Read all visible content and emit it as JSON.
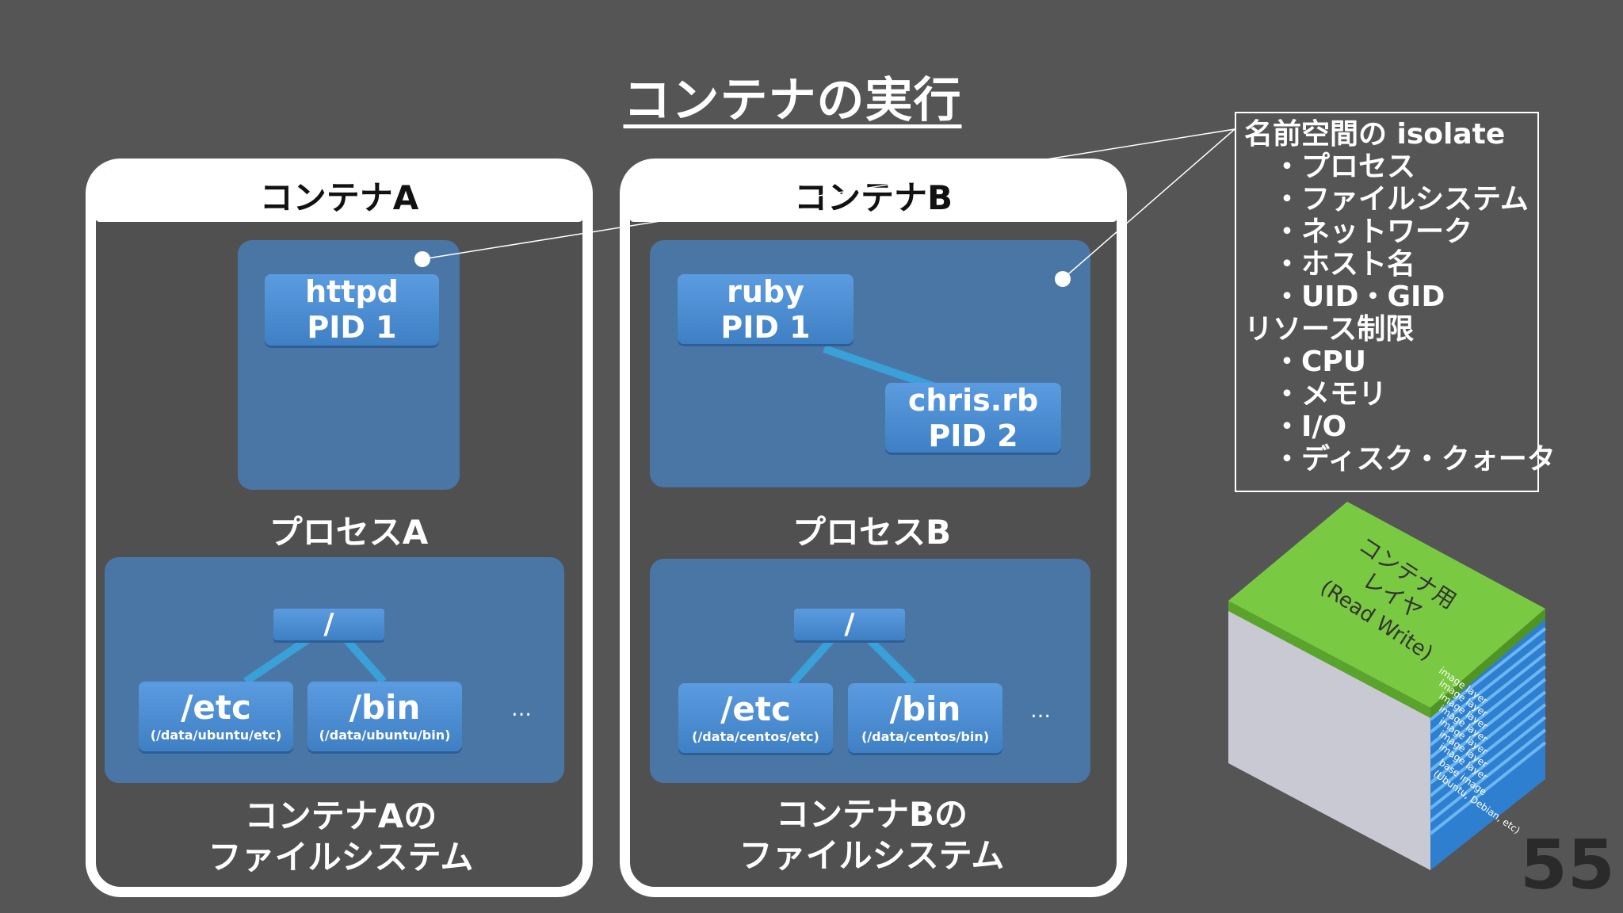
{
  "title": "コンテナの実行",
  "colors": {
    "background": "#555555",
    "panel": "#4a79ad",
    "box": "#4a8ad0",
    "connector": "#3aa0d8",
    "frame": "#ffffff",
    "layer_top": "#7ac943",
    "layer_blue": "#3a8fd8"
  },
  "containers": [
    {
      "header": "コンテナA",
      "processes": [
        {
          "name": "httpd",
          "pid": "PID 1"
        }
      ],
      "process_label": "プロセスA",
      "filesystem": {
        "root": "/",
        "dirs": [
          {
            "name": "/etc",
            "path": "(/data/ubuntu/etc)"
          },
          {
            "name": "/bin",
            "path": "(/data/ubuntu/bin)"
          }
        ],
        "more": "…",
        "label_line1": "コンテナAの",
        "label_line2": "ファイルシステム"
      }
    },
    {
      "header": "コンテナB",
      "processes": [
        {
          "name": "ruby",
          "pid": "PID 1"
        },
        {
          "name": "chris.rb",
          "pid": "PID 2"
        }
      ],
      "process_label": "プロセスB",
      "filesystem": {
        "root": "/",
        "dirs": [
          {
            "name": "/etc",
            "path": "(/data/centos/etc)"
          },
          {
            "name": "/bin",
            "path": "(/data/centos/bin)"
          }
        ],
        "more": "…",
        "label_line1": "コンテナBの",
        "label_line2": "ファイルシステム"
      }
    }
  ],
  "namespace_box": {
    "heading": "名前空間の isolate",
    "namespace_items": [
      "・プロセス",
      "・ファイルシステム",
      "・ネットワーク",
      "・ホスト名",
      "・UID・GID"
    ],
    "resource_heading": "リソース制限",
    "resource_items": [
      "・CPU",
      "・メモリ",
      "・I/O",
      "・ディスク・クォータ"
    ]
  },
  "layer_stack": {
    "top_label_line1": "コンテナ用",
    "top_label_line2": "レイヤ",
    "top_label_line3": "(Read Write)",
    "image_layers": [
      "image layer",
      "image layer",
      "image layer",
      "image layer",
      "image layer",
      "image layer",
      "image layer"
    ],
    "base_label_line1": "base image",
    "base_label_line2": "(Ubuntu, Debian, etc)"
  },
  "page_number": "55"
}
